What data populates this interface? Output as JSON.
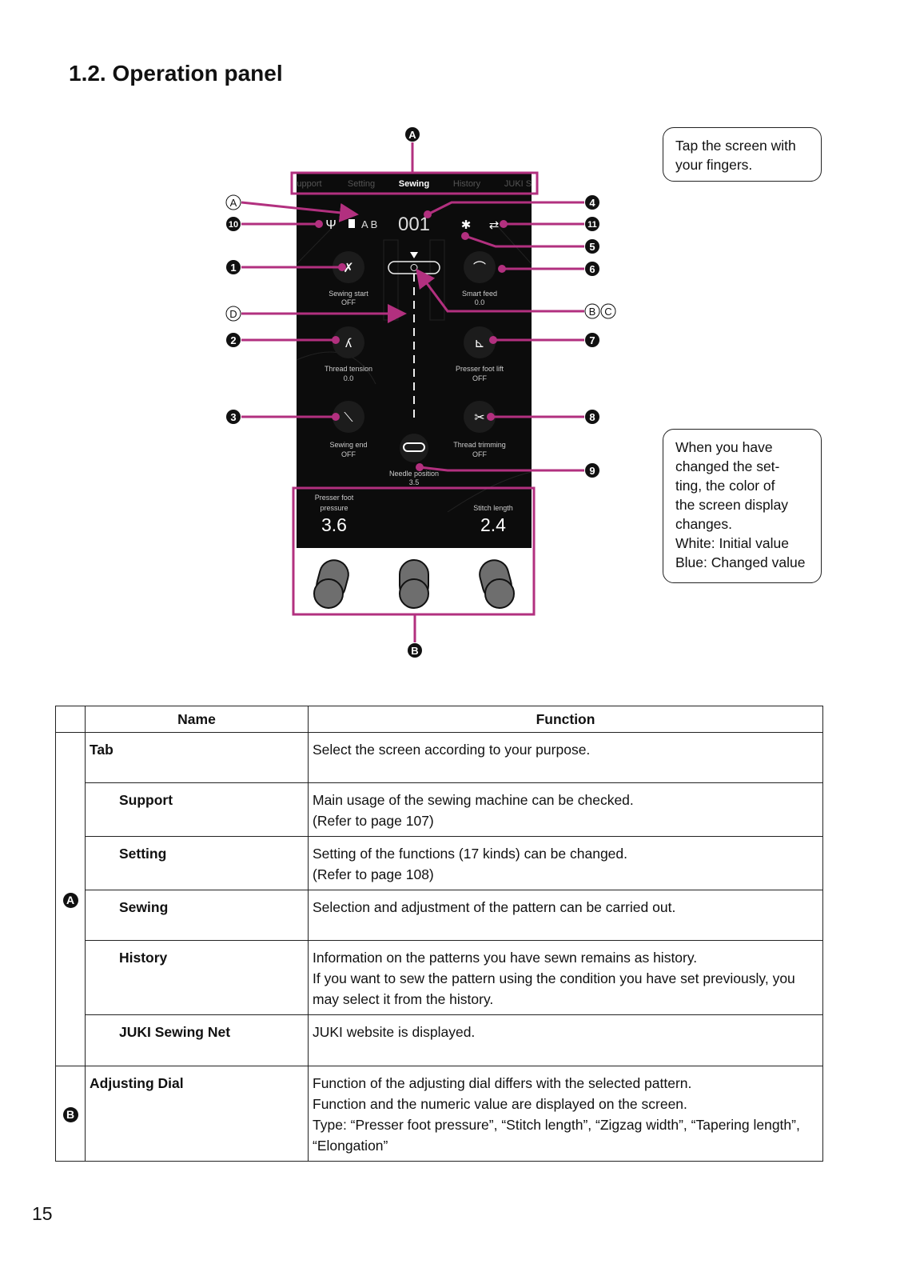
{
  "page": {
    "title": "1.2. Operation panel",
    "page_number": "15"
  },
  "diagram": {
    "markers": {
      "A": "A",
      "B": "B",
      "C": "C",
      "D": "D",
      "n1": "1",
      "n2": "2",
      "n3": "3",
      "n4": "4",
      "n5": "5",
      "n6": "6",
      "n7": "7",
      "n8": "8",
      "n9": "9",
      "n10": "10",
      "n11": "11"
    },
    "tabs": [
      "upport",
      "Setting",
      "Sewing",
      "History",
      "JUKI S"
    ],
    "active_tab": "Sewing",
    "pattern_number": "001",
    "ab_label": "A B",
    "buttons": {
      "sewing_start": {
        "label": "Sewing start",
        "value": "OFF",
        "icon": "needle-start-icon"
      },
      "smart_feed": {
        "label": "Smart feed",
        "value": "0.0",
        "icon": "feed-dog-icon"
      },
      "thread_tension": {
        "label": "Thread tension",
        "value": "0.0",
        "icon": "thread-tension-icon"
      },
      "presser_foot_lift": {
        "label": "Presser foot lift",
        "value": "OFF",
        "icon": "presser-foot-lift-icon"
      },
      "sewing_end": {
        "label": "Sewing end",
        "value": "OFF",
        "icon": "needle-end-icon"
      },
      "thread_trimming": {
        "label": "Thread trimming",
        "value": "OFF",
        "icon": "scissors-icon"
      },
      "needle_position": {
        "label": "Needle position",
        "value": "3.5",
        "icon": "needle-position-icon"
      }
    },
    "dials": {
      "presser_foot_pressure": {
        "label_line1": "Presser foot",
        "label_line2": "pressure",
        "value": "3.6"
      },
      "stitch_length": {
        "label": "Stitch length",
        "value": "2.4"
      }
    },
    "colors": {
      "callout": "#b2307f",
      "screen": "#0c0c0c",
      "knob": "#6e6e6e"
    }
  },
  "callouts": {
    "tap": "Tap the screen with\nyour fingers.",
    "color": "When you have\nchanged the set-\nting, the color of\nthe screen display\nchanges.\nWhite: Initial value\nBlue: Changed value"
  },
  "table": {
    "headers": {
      "name": "Name",
      "function": "Function"
    },
    "rows": [
      {
        "name": "Tab",
        "function": [
          "Select the screen according to your purpose."
        ]
      },
      {
        "name": "Support",
        "function": [
          "Main usage of the sewing machine can be checked.",
          "(Refer to page 107)"
        ]
      },
      {
        "name": "Setting",
        "function": [
          "Setting of the functions (17 kinds) can be changed.",
          "(Refer to page 108)"
        ]
      },
      {
        "name": "Sewing",
        "function": [
          "Selection and adjustment of the pattern can be carried out."
        ]
      },
      {
        "name": "History",
        "function": [
          "Information on the patterns you have sewn remains as history.",
          "If you want to sew the pattern using the condition you have set previously, you may select it from the history."
        ]
      },
      {
        "name": "JUKI Sewing Net",
        "function": [
          "JUKI website is displayed."
        ]
      },
      {
        "name": "Adjusting Dial",
        "function": [
          "Function of the adjusting dial differs with the selected pattern.",
          "Function and the numeric value are displayed on the screen.",
          "Type: “Presser foot pressure”, “Stitch length”, “Zigzag width”, “Tapering length”, “Elongation”"
        ]
      }
    ]
  }
}
